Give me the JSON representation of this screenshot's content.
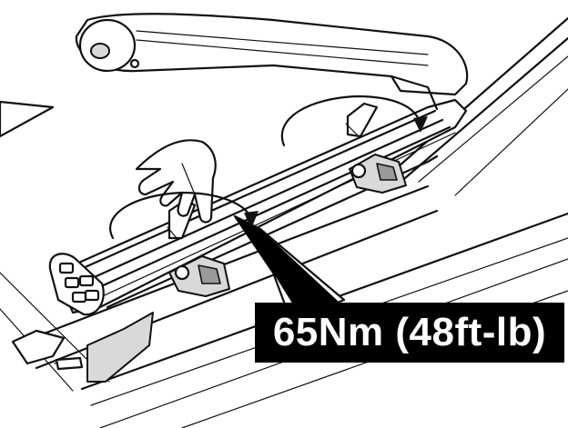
{
  "callout": {
    "torque_text": "65Nm (48ft-lb)",
    "background_color": "#000000",
    "text_color": "#ffffff"
  },
  "icons": [
    "roof-crossbar",
    "bike-carrier-frame",
    "clamp-lever",
    "mounting-foot",
    "hand",
    "rotation-arrow",
    "pointer-arrow"
  ]
}
